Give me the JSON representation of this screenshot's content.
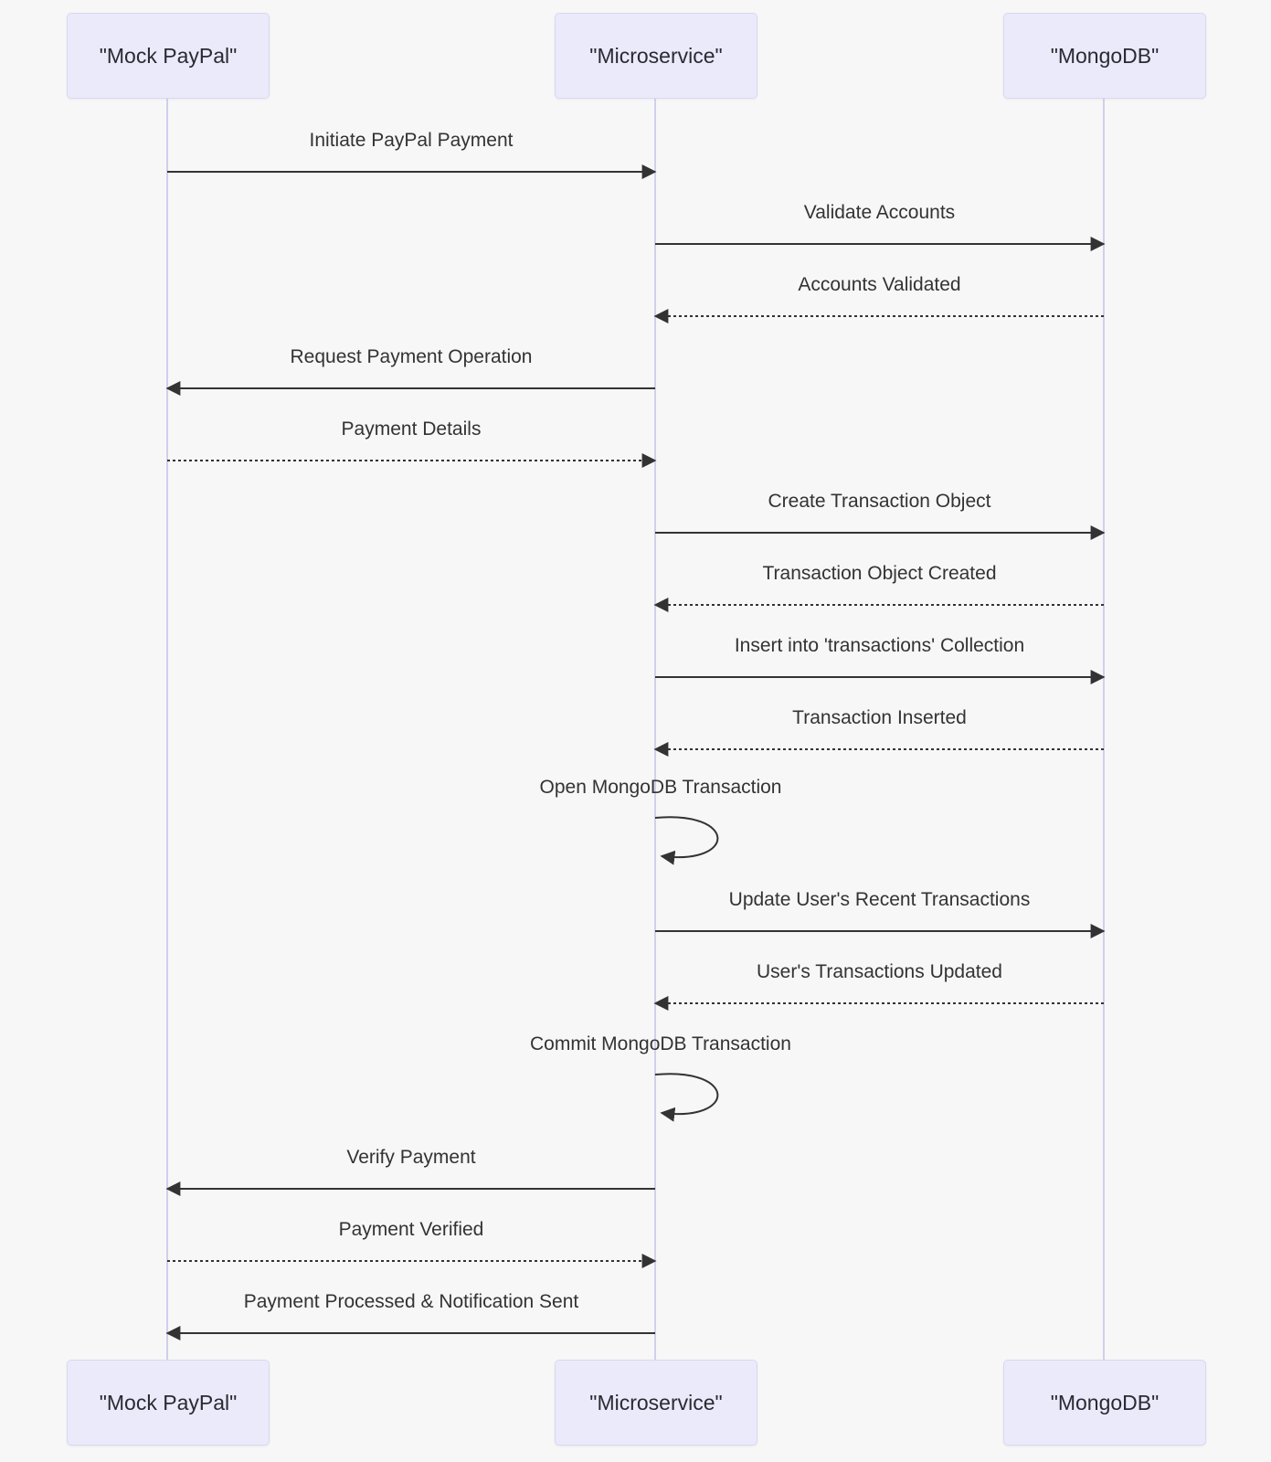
{
  "diagram": {
    "type": "sequence-diagram",
    "actors": [
      {
        "id": "mock-paypal",
        "label": "\"Mock PayPal\""
      },
      {
        "id": "microservice",
        "label": "\"Microservice\""
      },
      {
        "id": "mongodb",
        "label": "\"MongoDB\""
      }
    ],
    "messages": [
      {
        "from": "mock-paypal",
        "to": "microservice",
        "label": "Initiate PayPal Payment",
        "line": "solid"
      },
      {
        "from": "microservice",
        "to": "mongodb",
        "label": "Validate Accounts",
        "line": "solid"
      },
      {
        "from": "mongodb",
        "to": "microservice",
        "label": "Accounts Validated",
        "line": "dashed"
      },
      {
        "from": "microservice",
        "to": "mock-paypal",
        "label": "Request Payment Operation",
        "line": "solid"
      },
      {
        "from": "mock-paypal",
        "to": "microservice",
        "label": "Payment Details",
        "line": "dashed"
      },
      {
        "from": "microservice",
        "to": "mongodb",
        "label": "Create Transaction Object",
        "line": "solid"
      },
      {
        "from": "mongodb",
        "to": "microservice",
        "label": "Transaction Object Created",
        "line": "dashed"
      },
      {
        "from": "microservice",
        "to": "mongodb",
        "label": "Insert into 'transactions' Collection",
        "line": "solid"
      },
      {
        "from": "mongodb",
        "to": "microservice",
        "label": "Transaction Inserted",
        "line": "dashed"
      },
      {
        "from": "microservice",
        "to": "microservice",
        "label": "Open MongoDB Transaction",
        "line": "self"
      },
      {
        "from": "microservice",
        "to": "mongodb",
        "label": "Update User's Recent Transactions",
        "line": "solid"
      },
      {
        "from": "mongodb",
        "to": "microservice",
        "label": "User's Transactions Updated",
        "line": "dashed"
      },
      {
        "from": "microservice",
        "to": "microservice",
        "label": "Commit MongoDB Transaction",
        "line": "self"
      },
      {
        "from": "microservice",
        "to": "mock-paypal",
        "label": "Verify Payment",
        "line": "solid"
      },
      {
        "from": "mock-paypal",
        "to": "microservice",
        "label": "Payment Verified",
        "line": "dashed"
      },
      {
        "from": "microservice",
        "to": "mock-paypal",
        "label": "Payment Processed & Notification Sent",
        "line": "solid"
      }
    ],
    "colors": {
      "background": "#f7f7f8",
      "actor_fill": "#eaeafa",
      "actor_border": "#d9d9ef",
      "lifeline": "#c7c7ea",
      "line": "#333333",
      "text": "#333333"
    }
  }
}
